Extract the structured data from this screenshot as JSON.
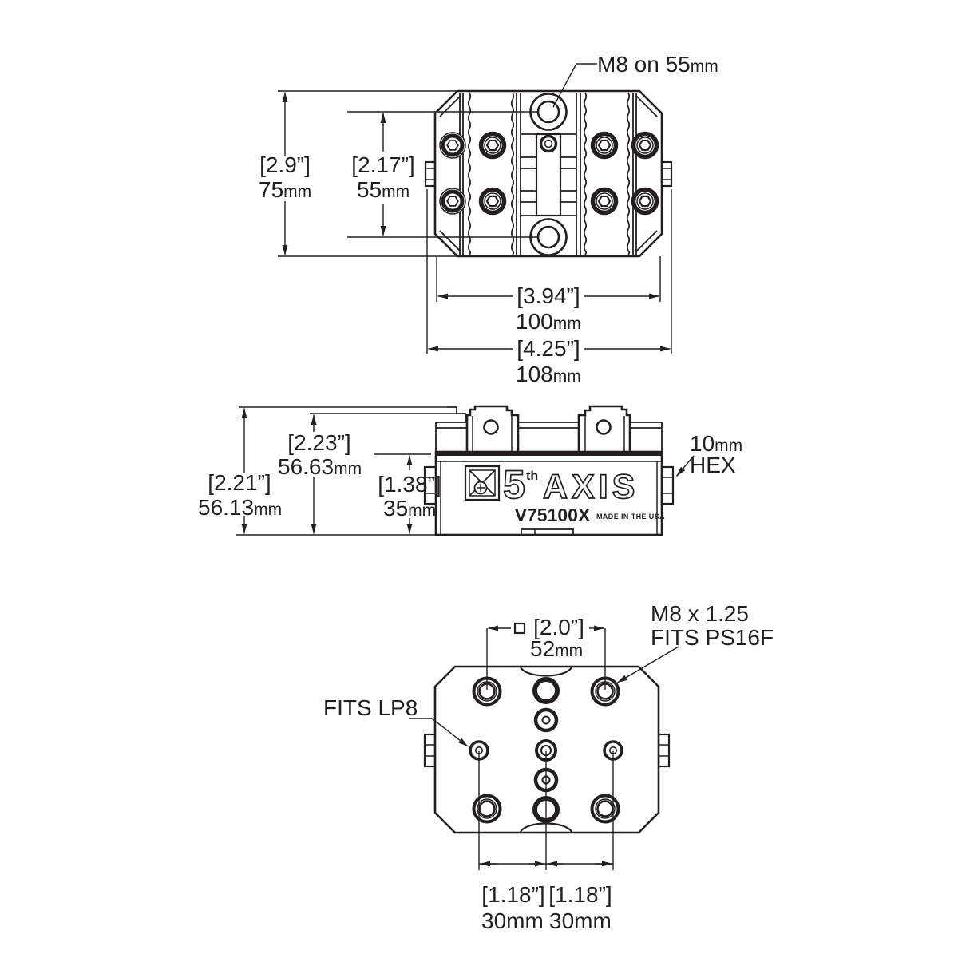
{
  "colors": {
    "ink": "#231f20",
    "background": "#ffffff"
  },
  "top_view": {
    "callout_m8": {
      "text": "M8 on 55",
      "unit": "mm"
    },
    "dim_overall_height": {
      "in": "[2.9”]",
      "val": "75",
      "unit": "mm"
    },
    "dim_hole_spacing": {
      "in": "[2.17”]",
      "val": "55",
      "unit": "mm"
    },
    "dim_body_width": {
      "in": "[3.94”]",
      "val": "100",
      "unit": "mm"
    },
    "dim_overall_width": {
      "in": "[4.25”]",
      "val": "108",
      "unit": "mm"
    }
  },
  "side_view": {
    "dim_base_height": {
      "in": "[2.21”]",
      "val": "56.13",
      "unit": "mm"
    },
    "dim_overall_height": {
      "in": "[2.23”]",
      "val": "56.63",
      "unit": "mm"
    },
    "dim_body_height": {
      "in": "[1.38”]",
      "val": "35",
      "unit": "mm"
    },
    "callout_hex": {
      "val": "10",
      "unit": "mm",
      "label": "HEX"
    },
    "branding": {
      "digit": "5",
      "sup": "th",
      "word": "AXIS",
      "model": "V75100X",
      "origin": "MADE IN THE USA"
    }
  },
  "bottom_view": {
    "dim_square_pattern": {
      "in": "[2.0”]",
      "val": "52",
      "unit": "mm"
    },
    "callout_ps16f": {
      "line1": "M8 x 1.25",
      "line2": "FITS PS16F"
    },
    "callout_lp8": {
      "text": "FITS LP8"
    },
    "dim_left_spacing": {
      "in": "[1.18”]",
      "val": "30",
      "unit": "mm"
    },
    "dim_right_spacing": {
      "in": "[1.18”]",
      "val": "30",
      "unit": "mm"
    }
  }
}
